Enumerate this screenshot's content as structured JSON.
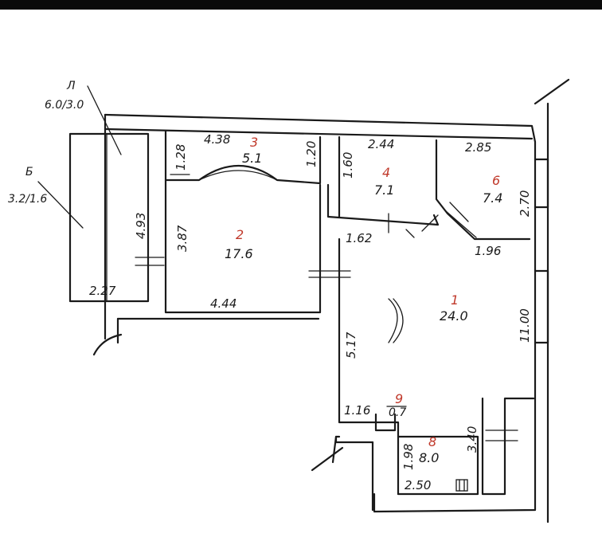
{
  "balconies": [
    {
      "letter": "Л",
      "fraction": "6.0/3.0"
    },
    {
      "letter": "Б",
      "fraction": "3.2/1.6"
    }
  ],
  "rooms": [
    {
      "number": "1",
      "area": "24.0"
    },
    {
      "number": "2",
      "area": "17.6"
    },
    {
      "number": "3",
      "area": "5.1"
    },
    {
      "number": "4",
      "area": "7.1"
    },
    {
      "number": "6",
      "area": "7.4"
    },
    {
      "number": "8",
      "area": "8.0"
    },
    {
      "number": "9",
      "area": "0.7"
    }
  ],
  "dimensions": {
    "balcony_height": "4.93",
    "balcony_width": "2.27",
    "room2_height": "3.87",
    "room2_width": "4.44",
    "room3_width": "4.38",
    "room3_depth_left": "1.28",
    "room3_depth_right": "1.20",
    "room4_width": "2.44",
    "room4_depth": "1.60",
    "room4_bottom": "1.62",
    "room6_width": "2.85",
    "room6_depth": "2.70",
    "room6_bottom": "1.96",
    "room1_height_left": "5.17",
    "room1_height_right": "11.00",
    "room9_width": "1.16",
    "room8_width": "2.50",
    "room8_height_left": "1.98",
    "room8_height_right": "3.40"
  }
}
